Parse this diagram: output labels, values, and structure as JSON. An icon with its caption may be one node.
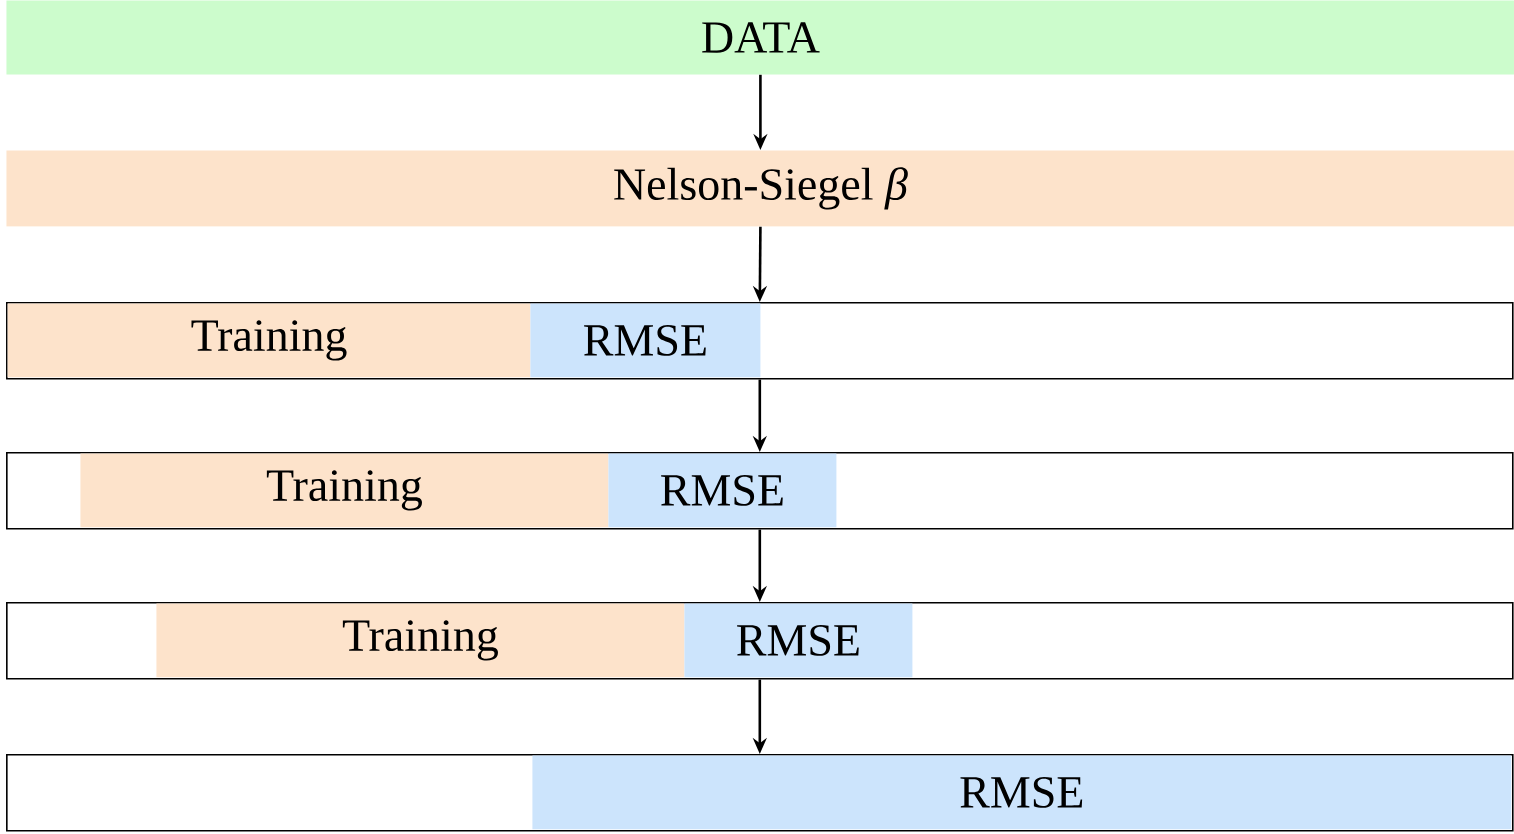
{
  "diagram": {
    "nodes": [
      {
        "text": [
          "DATA"
        ]
      },
      {
        "text": [
          "Nelson-Siegel *β*"
        ]
      },
      {
        "text": [],
        "shape": "box"
      },
      {
        "text": [
          "Training"
        ],
        "in": 2
      },
      {
        "text": [
          "RMSE"
        ],
        "in": 2
      },
      {
        "text": [],
        "shape": "box"
      },
      {
        "text": [
          "Training"
        ],
        "in": 5
      },
      {
        "text": [
          "RMSE"
        ],
        "in": 5
      },
      {
        "text": [],
        "shape": "box"
      },
      {
        "text": [
          "Training"
        ],
        "in": 8
      },
      {
        "text": [
          "RMSE"
        ],
        "in": 8
      },
      {
        "text": [],
        "shape": "box"
      },
      {
        "text": [
          "RMSE"
        ],
        "in": 11
      }
    ],
    "edges": [
      {
        "from": 0,
        "to": 1,
        "arrow": "to"
      },
      {
        "from": 1,
        "to": 2,
        "arrow": "to"
      },
      {
        "from": 2,
        "to": 5,
        "arrow": "to"
      },
      {
        "from": 5,
        "to": 8,
        "arrow": "to"
      },
      {
        "from": 8,
        "to": 11,
        "arrow": "to"
      }
    ]
  }
}
